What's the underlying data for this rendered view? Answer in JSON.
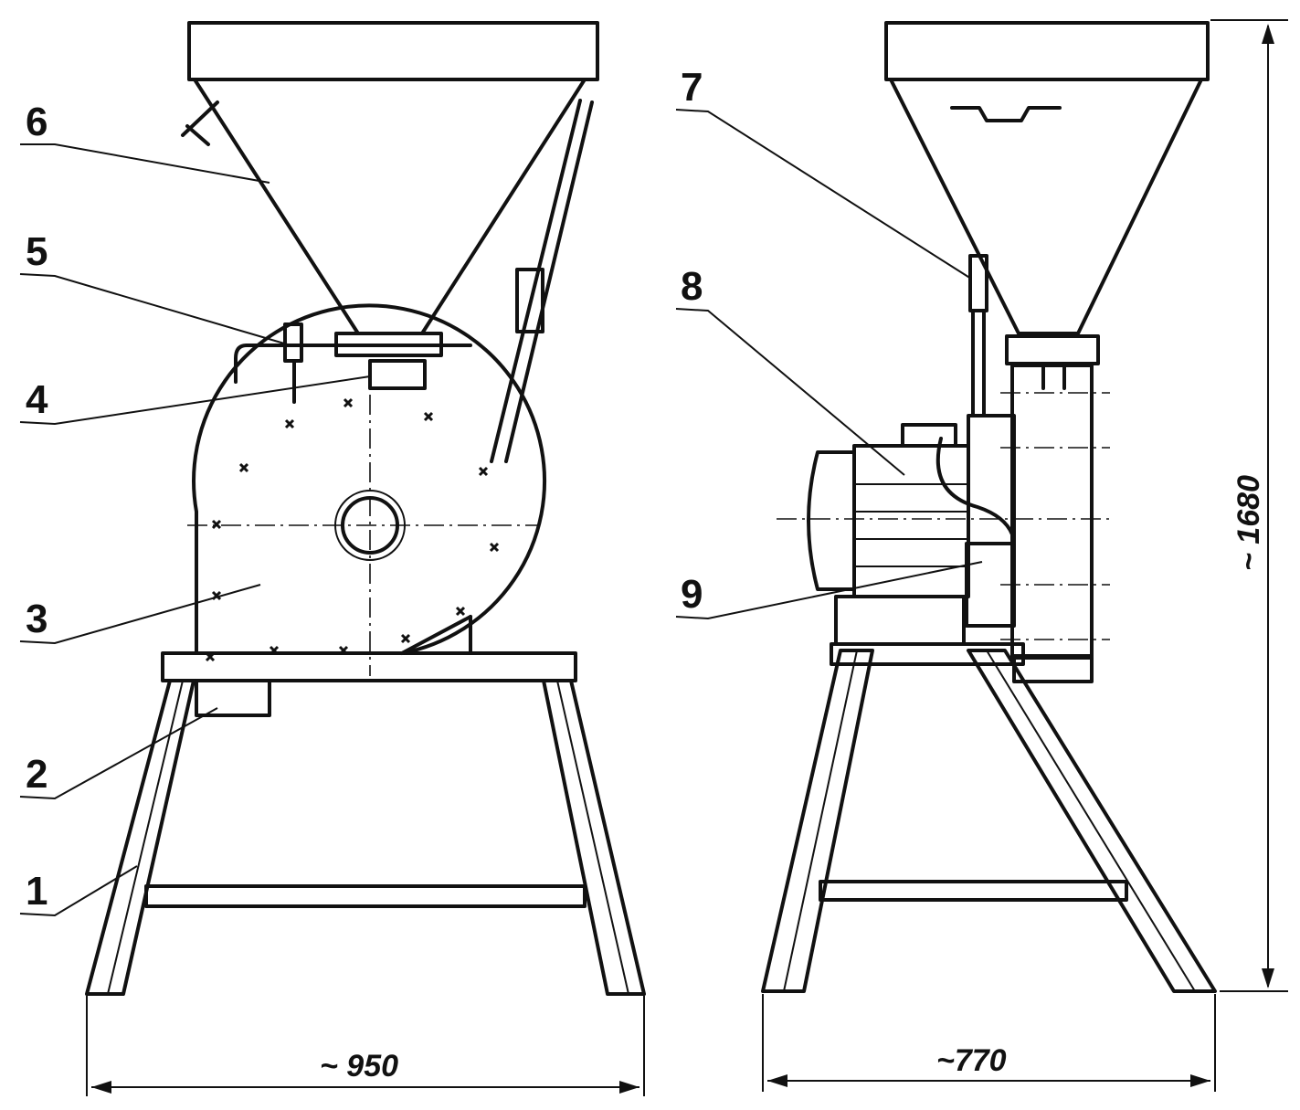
{
  "callouts": [
    "1",
    "2",
    "3",
    "4",
    "5",
    "6",
    "7",
    "8",
    "9"
  ],
  "dimensions": {
    "width_front": "~ 950",
    "width_side": "~770",
    "height": "~ 1680"
  }
}
